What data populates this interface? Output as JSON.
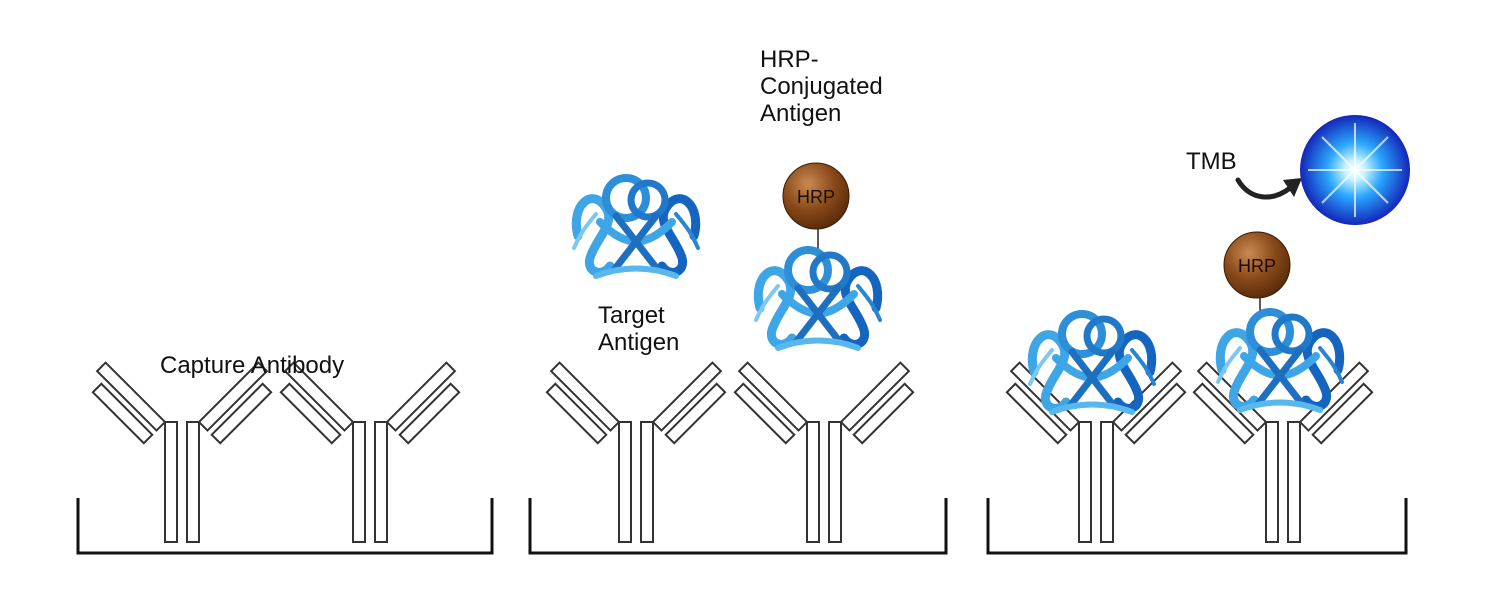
{
  "labels": {
    "capture_antibody": "Capture Antibody",
    "target_antigen": "Target\nAntigen",
    "hrp_conjugated_antigen": "HRP-\nConjugated\nAntigen",
    "tmb": "TMB",
    "hrp": "HRP"
  },
  "panels": [
    {
      "name": "capture-antibody-coated-well"
    },
    {
      "name": "competitive-binding-well"
    },
    {
      "name": "detection-well"
    }
  ],
  "colors": {
    "background": "#ffffff",
    "antibody_stroke": "#333333",
    "well_stroke": "#111111",
    "antigen_light": "#3ea6e6",
    "antigen_dark": "#1565c0",
    "hrp_bead": "#8a4a1a",
    "hrp_bead_highlight": "#c98a52",
    "tmb_signal": "#2aa6ff",
    "arrow": "#222222"
  },
  "icons": {
    "antibody": "y-shaped-antibody-icon",
    "antigen": "ribbon-protein-icon",
    "hrp": "enzyme-bead-icon",
    "signal": "glowing-signal-icon",
    "arrow": "curved-arrow-icon"
  }
}
